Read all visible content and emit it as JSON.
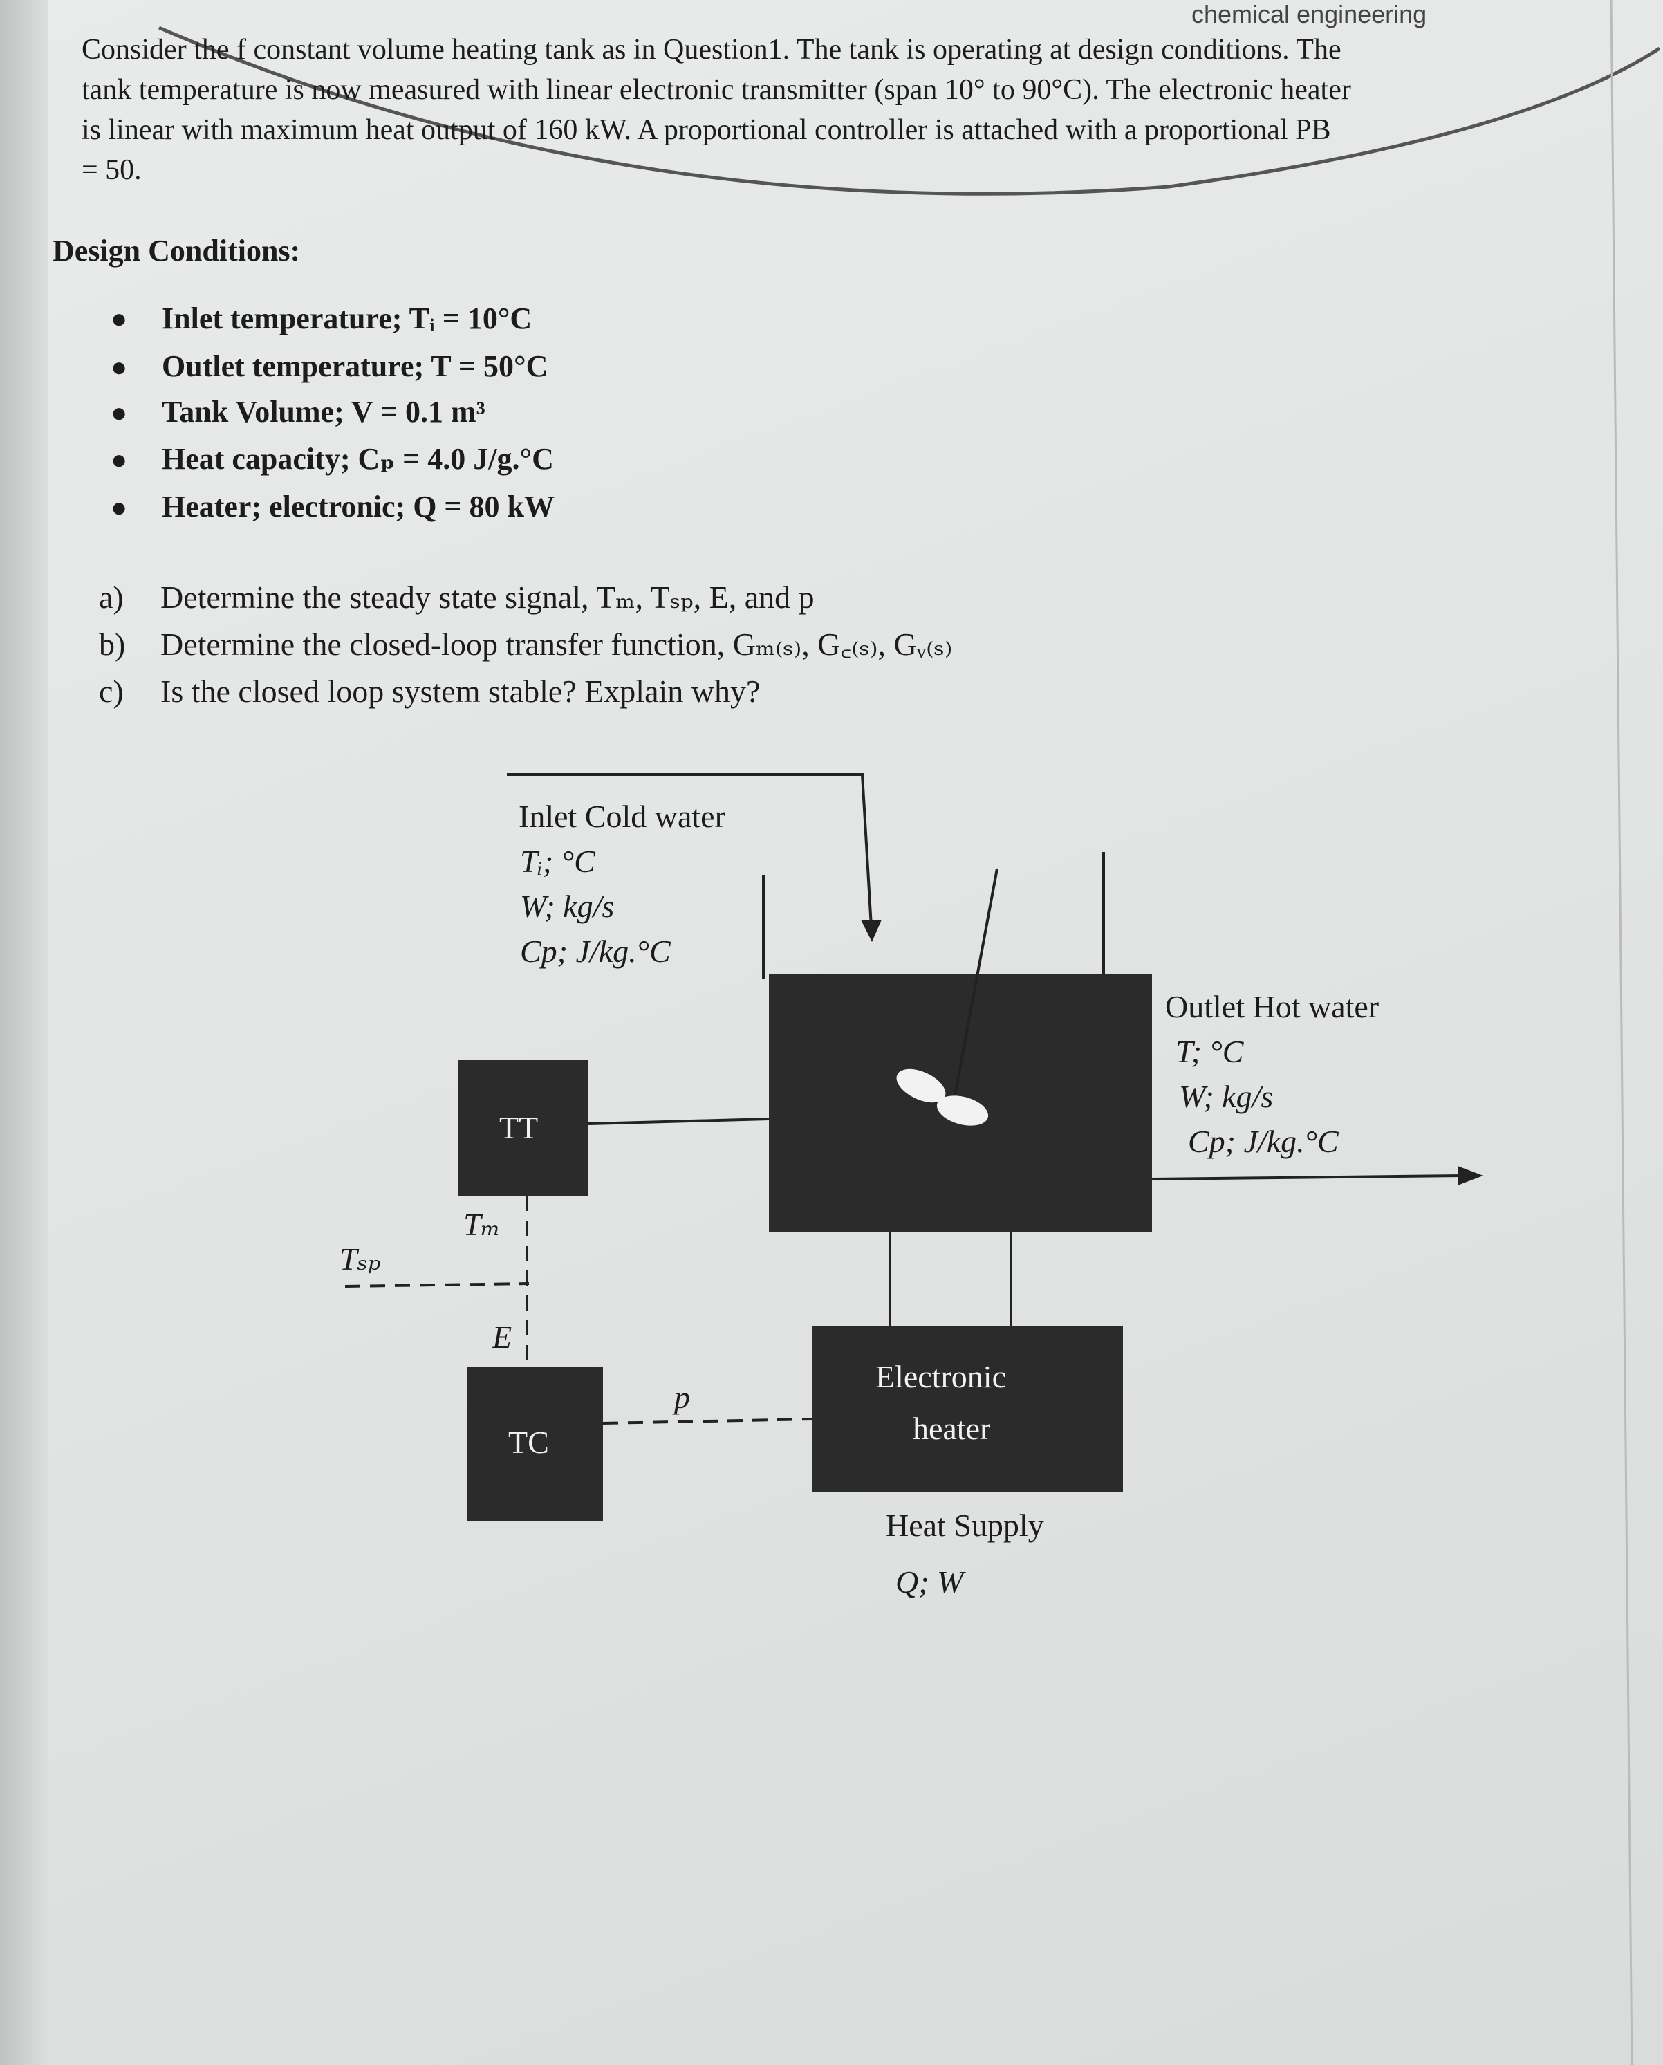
{
  "header": {
    "tab_label": "chemical engineering"
  },
  "intro": {
    "lines": [
      "Consider the f constant volume heating tank as in Question1. The tank is operating at design conditions. The",
      "tank temperature is now measured with linear electronic transmitter (span 10° to 90°C). The electronic heater",
      "is linear with maximum heat output of 160 kW. A proportional controller is attached with a proportional PB",
      "= 50."
    ]
  },
  "design": {
    "title": "Design Conditions:",
    "items": [
      "Inlet temperature; Tᵢ = 10°C",
      "Outlet temperature; T = 50°C",
      "Tank Volume; V = 0.1 m³",
      "Heat capacity; Cₚ = 4.0 J/g.°C",
      "Heater; electronic; Q = 80 kW"
    ]
  },
  "questions": [
    {
      "label": "a)",
      "text": "Determine the steady state signal, Tₘ, Tₛₚ, E, and p"
    },
    {
      "label": "b)",
      "text": "Determine the closed-loop transfer function, Gₘ₍ₛ₎, G꜀₍ₛ₎, Gᵥ₍ₛ₎"
    },
    {
      "label": "c)",
      "text": "Is the closed loop system stable? Explain why?"
    }
  ],
  "diagram": {
    "inlet": [
      "Inlet Cold water",
      "Tᵢ; °C",
      "W; kg/s",
      "Cp; J/kg.°C"
    ],
    "outlet": [
      "Outlet Hot water",
      "T; °C",
      "W; kg/s",
      "Cp; J/kg.°C"
    ],
    "tt": "TT",
    "tc": "TC",
    "heater": [
      "Electronic",
      "heater"
    ],
    "tm": "Tₘ",
    "tsp": "Tₛₚ",
    "e": "E",
    "p": "p",
    "heat_supply": [
      "Heat Supply",
      "Q; W"
    ]
  },
  "colors": {
    "block_fill": "#2b2b2b",
    "paper": "#e6e8e7",
    "ink": "#1c1c1c"
  }
}
